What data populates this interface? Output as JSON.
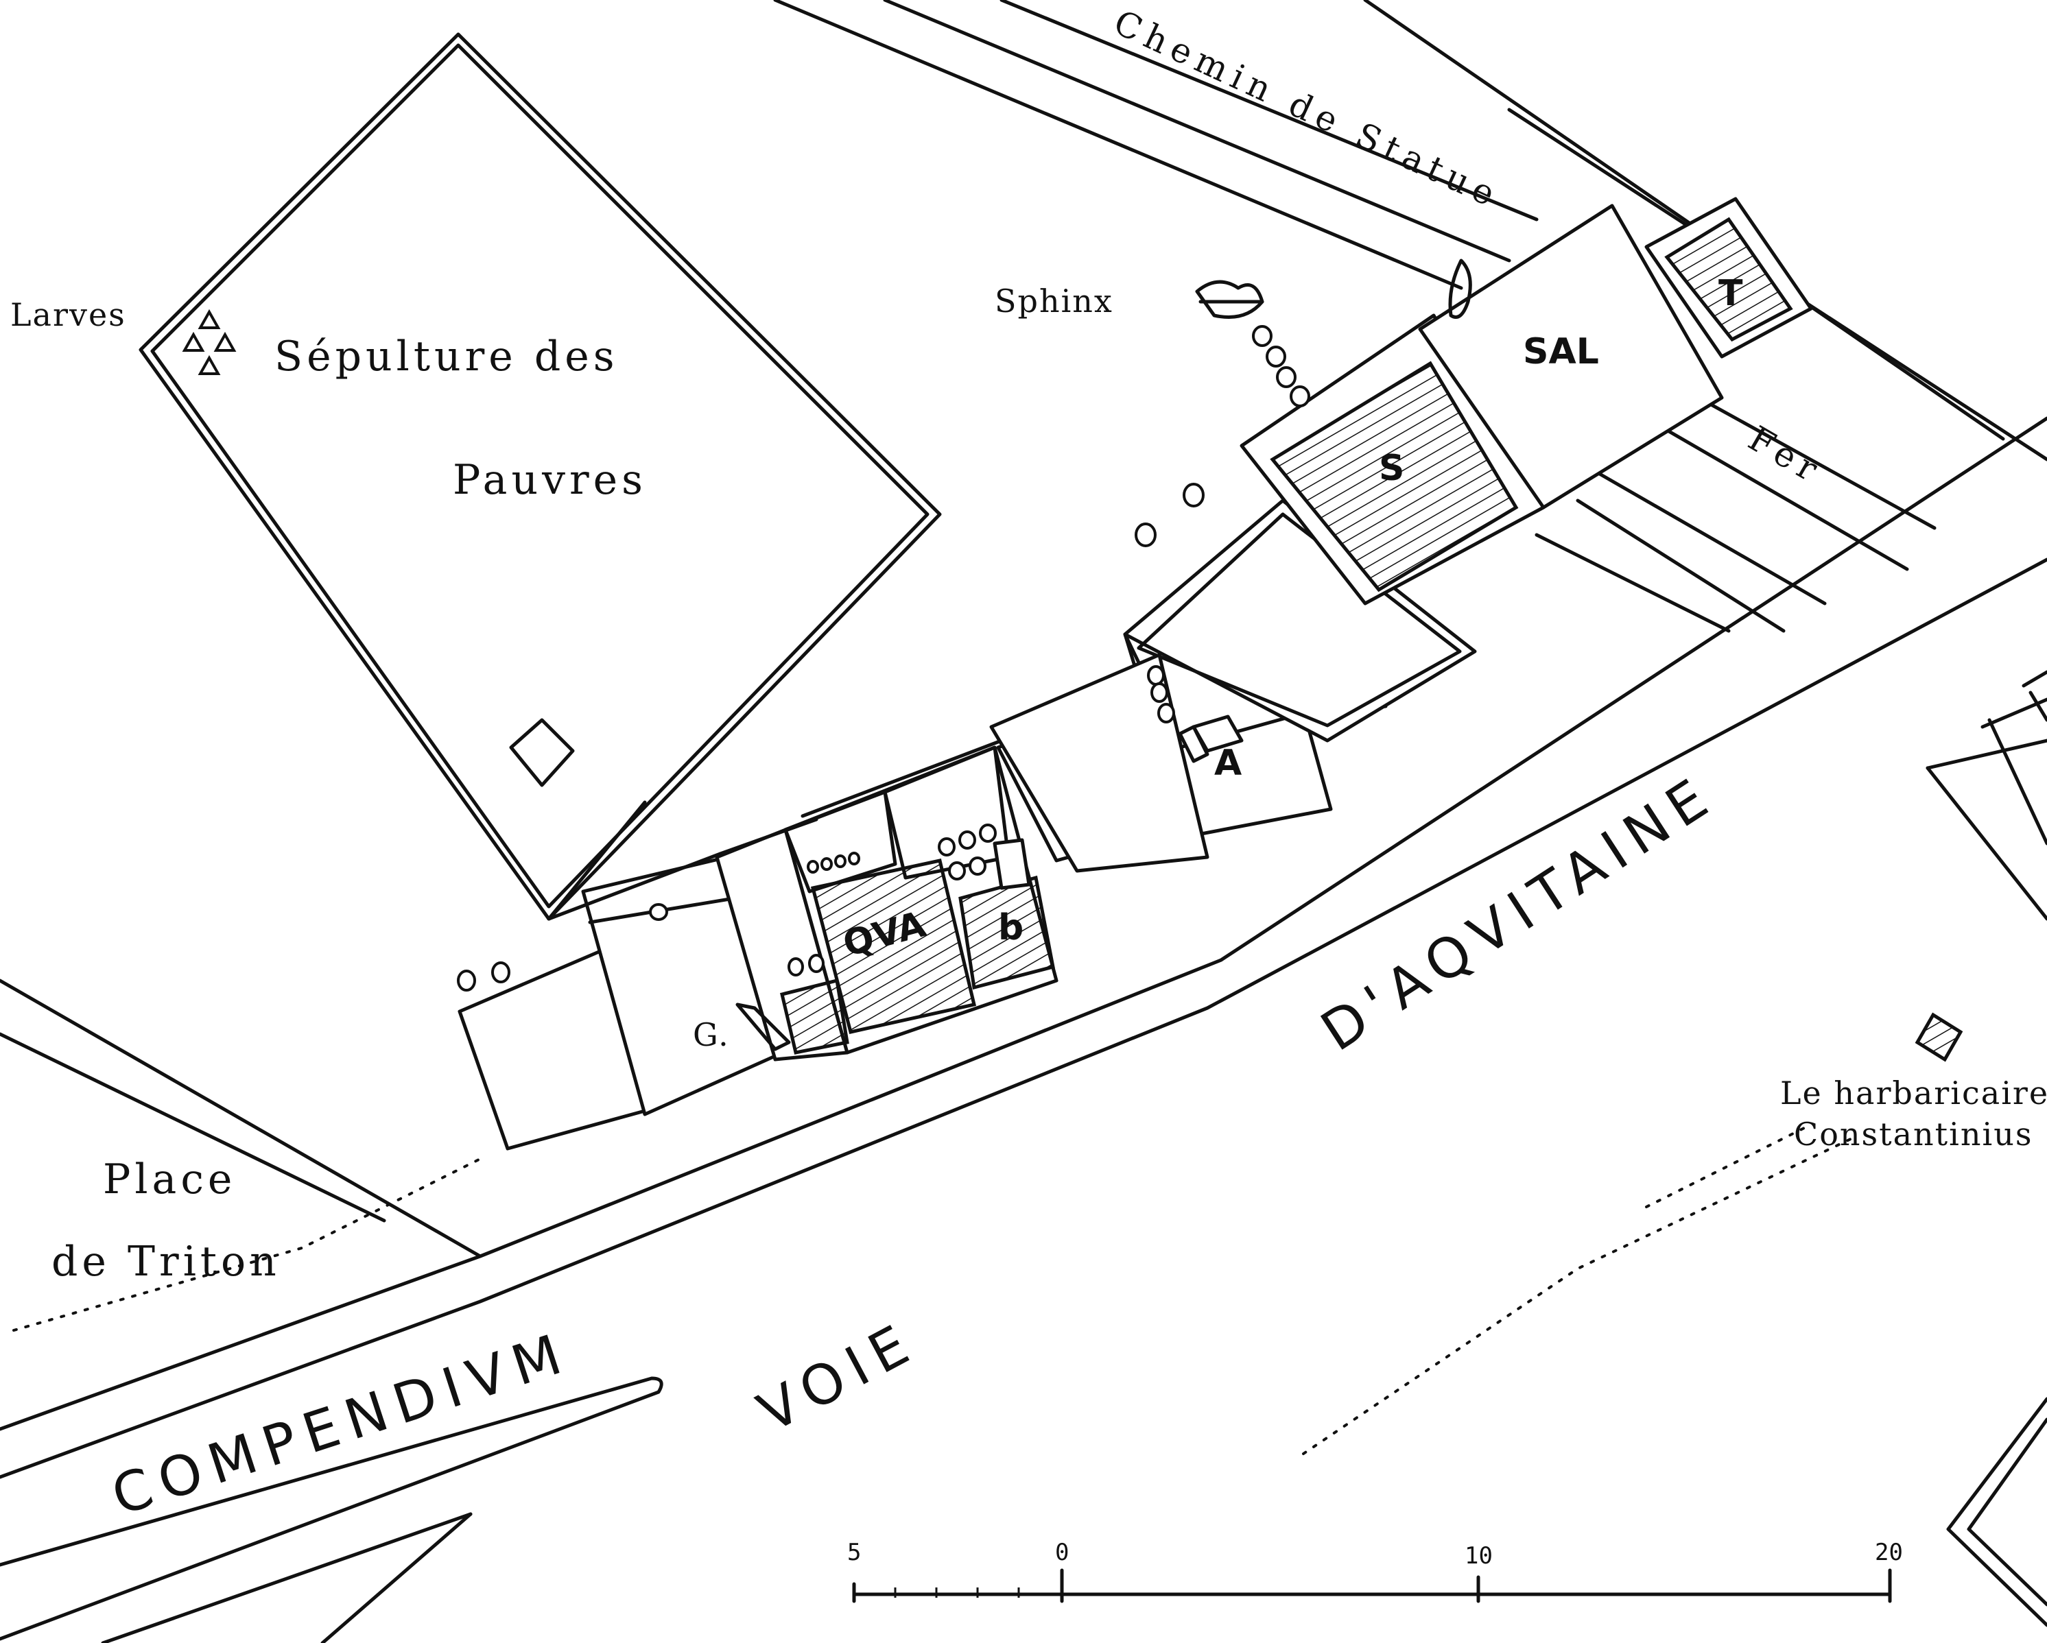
{
  "map": {
    "labels": {
      "larves": "Larves",
      "sepulture_line1": "Sépulture des",
      "sepulture_line2": "Pauvres",
      "chemin": "Chemin de Statue",
      "sphinx": "Sphinx",
      "sal": "SAL",
      "s": "S",
      "t": "T",
      "fer": "Fer",
      "a": "A",
      "qua": "QVA",
      "g": "G.",
      "b": "b",
      "place_line1": "Place",
      "place_line2": "de Triton",
      "voie": "VOIE",
      "aquitaine": "D'AQVITAINE",
      "compendium": "COMPENDIVM",
      "barbaricaire_line1": "Le harbaricaire",
      "barbaricaire_line2": "Constantinius"
    },
    "scale": {
      "ticks": [
        "5",
        "0",
        "10",
        "20"
      ]
    }
  }
}
